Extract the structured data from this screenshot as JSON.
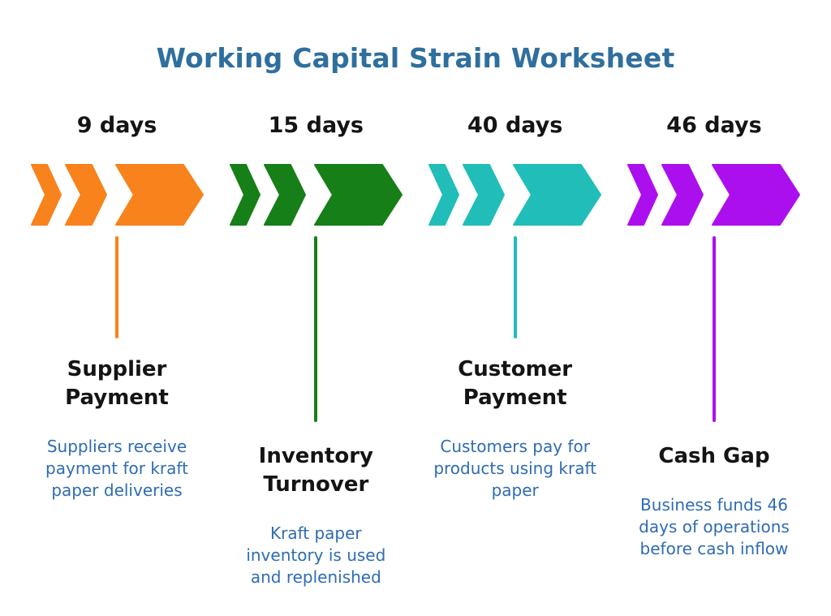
{
  "title": "Working Capital Strain Worksheet",
  "colors": {
    "title_text": "#2E6F9E",
    "heading_text": "#141414",
    "description_text": "#2E6CB2",
    "background": "#FFFFFF",
    "supplier_accent": "#F8821C",
    "inventory_accent": "#177F17",
    "customer_accent": "#21BDB9",
    "cashgap_accent": "#AC0FEE"
  },
  "columns": [
    {
      "days": "9 days",
      "accent_color": "#F8821C",
      "heading": "Supplier Payment",
      "description": "Suppliers receive payment for kraft paper deliveries"
    },
    {
      "days": "15 days",
      "accent_color": "#177F17",
      "heading": "Inventory Turnover",
      "description": "Kraft paper inventory is used and replenished"
    },
    {
      "days": "40 days",
      "accent_color": "#21BDB9",
      "heading": "Customer Payment",
      "description": "Customers pay for products using kraft paper"
    },
    {
      "days": "46 days",
      "accent_color": "#AC0FEE",
      "heading": "Cash Gap",
      "description": "Business funds 46 days of operations before cash inflow"
    }
  ]
}
